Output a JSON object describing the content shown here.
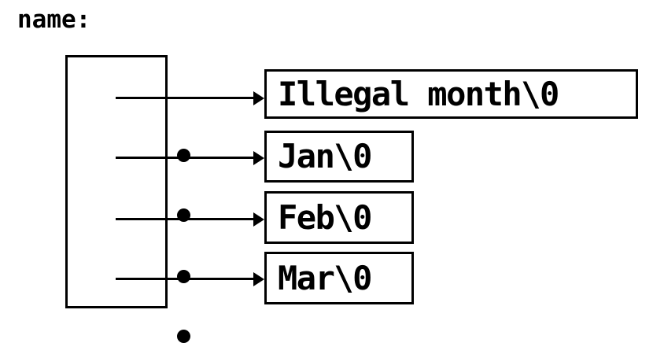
{
  "figure": {
    "type": "pointer-array-diagram",
    "caption": "name:",
    "array": {
      "name": "name",
      "slot_count": 4,
      "slots": [
        {
          "index": 0,
          "kind": "pointer"
        },
        {
          "index": 1,
          "kind": "pointer"
        },
        {
          "index": 2,
          "kind": "pointer"
        },
        {
          "index": 3,
          "kind": "pointer"
        }
      ]
    },
    "strings": [
      {
        "index": 0,
        "text": "Illegal month\\0"
      },
      {
        "index": 1,
        "text": "Jan\\0"
      },
      {
        "index": 2,
        "text": "Feb\\0"
      },
      {
        "index": 3,
        "text": "Mar\\0"
      }
    ],
    "arrows": [
      {
        "from_slot": 0,
        "to_string": 0
      },
      {
        "from_slot": 1,
        "to_string": 1
      },
      {
        "from_slot": 2,
        "to_string": 2
      },
      {
        "from_slot": 3,
        "to_string": 3
      }
    ],
    "colors": {
      "background": "#ffffff",
      "stroke": "#000000",
      "text": "#000000"
    }
  }
}
